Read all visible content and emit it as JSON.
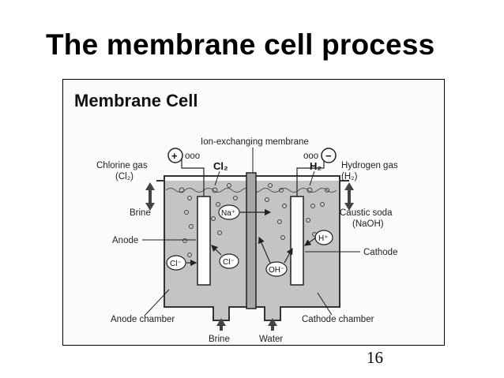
{
  "slide": {
    "title": "The membrane cell process",
    "page_number": "16"
  },
  "figure": {
    "heading": "Membrane Cell",
    "labels": {
      "ion_membrane": "Ion-exchanging membrane",
      "chlorine_gas_line1": "Chlorine gas",
      "chlorine_gas_line2": "(Cl₂)",
      "hydrogen_gas_line1": "Hydrogen gas",
      "hydrogen_gas_line2": "(H₂)",
      "brine_out": "Brine",
      "caustic_line1": "Caustic soda",
      "caustic_line2": "(NaOH)",
      "anode": "Anode",
      "cathode": "Cathode",
      "anode_chamber": "Anode chamber",
      "cathode_chamber": "Cathode chamber",
      "brine_in": "Brine",
      "water_in": "Water",
      "cl2_top": "Cl₂",
      "h2_top": "H₂",
      "plus": "+",
      "minus": "−"
    },
    "ions": {
      "na": "Na⁺",
      "cl_left": "Cl⁻",
      "cl_mid": "Cl⁻",
      "h": "H⁺",
      "oh": "OH⁻"
    },
    "colors": {
      "electrolyte": "#c4c4c4",
      "tank_outline": "#333333",
      "electrode": "#ffffff"
    }
  }
}
